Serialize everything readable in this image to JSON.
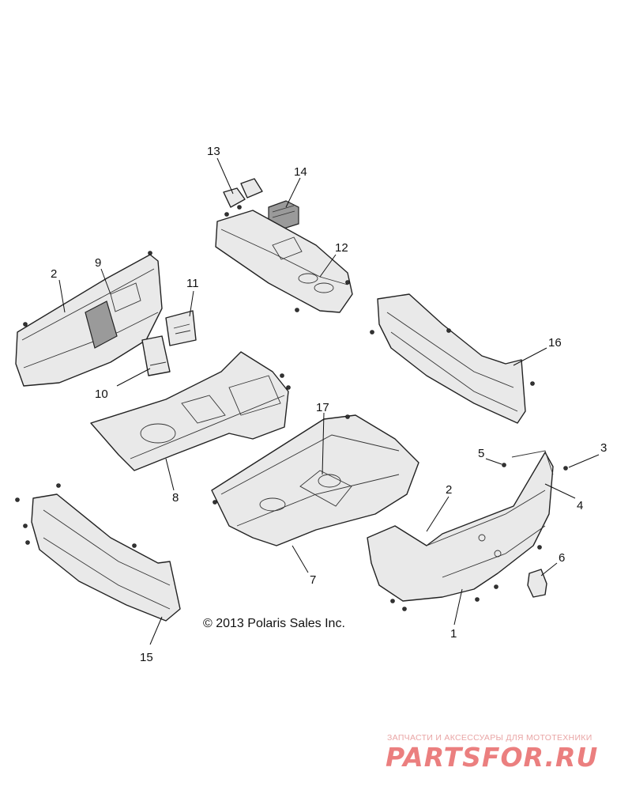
{
  "callouts": {
    "c1": "1",
    "c2a": "2",
    "c2b": "2",
    "c3": "3",
    "c4": "4",
    "c5": "5",
    "c6": "6",
    "c7": "7",
    "c8": "8",
    "c9": "9",
    "c10": "10",
    "c11": "11",
    "c12": "12",
    "c13": "13",
    "c14": "14",
    "c15": "15",
    "c16": "16",
    "c17": "17"
  },
  "copyright": "© 2013 Polaris Sales Inc.",
  "watermark": {
    "tagline": "ЗАПЧАСТИ И АКСЕССУАРЫ ДЛЯ МОТОТЕХНИКИ",
    "logo": "PARTSFOR.RU",
    "color": "#eb7f7f"
  }
}
